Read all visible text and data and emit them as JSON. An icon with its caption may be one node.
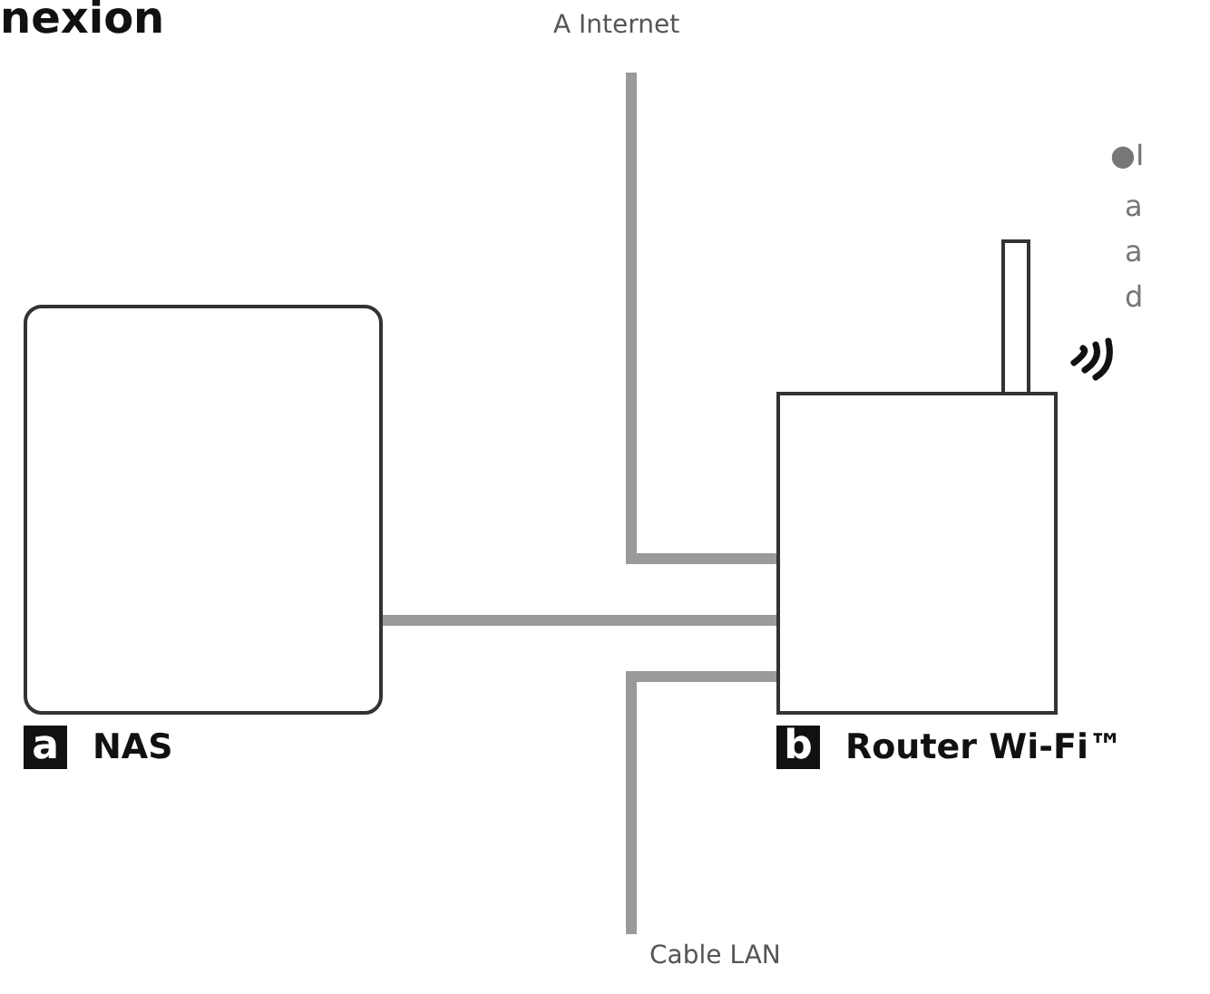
{
  "diagram": {
    "title": "nexion",
    "nodes": [
      {
        "text": [
          "a",
          "NAS"
        ]
      },
      {
        "text": [
          "b",
          "Router Wi-Fi™"
        ]
      },
      {
        "text": [
          "A Internet"
        ]
      },
      {
        "text": [
          "Cable LAN"
        ]
      }
    ],
    "edges": [
      {
        "from": 0,
        "to": 1,
        "arrow": "none"
      },
      {
        "from": 2,
        "to": 1,
        "arrow": "none"
      },
      {
        "from": 3,
        "to": 1,
        "arrow": "none"
      }
    ],
    "labels": [
      "●I",
      "a",
      "a",
      "d"
    ]
  }
}
